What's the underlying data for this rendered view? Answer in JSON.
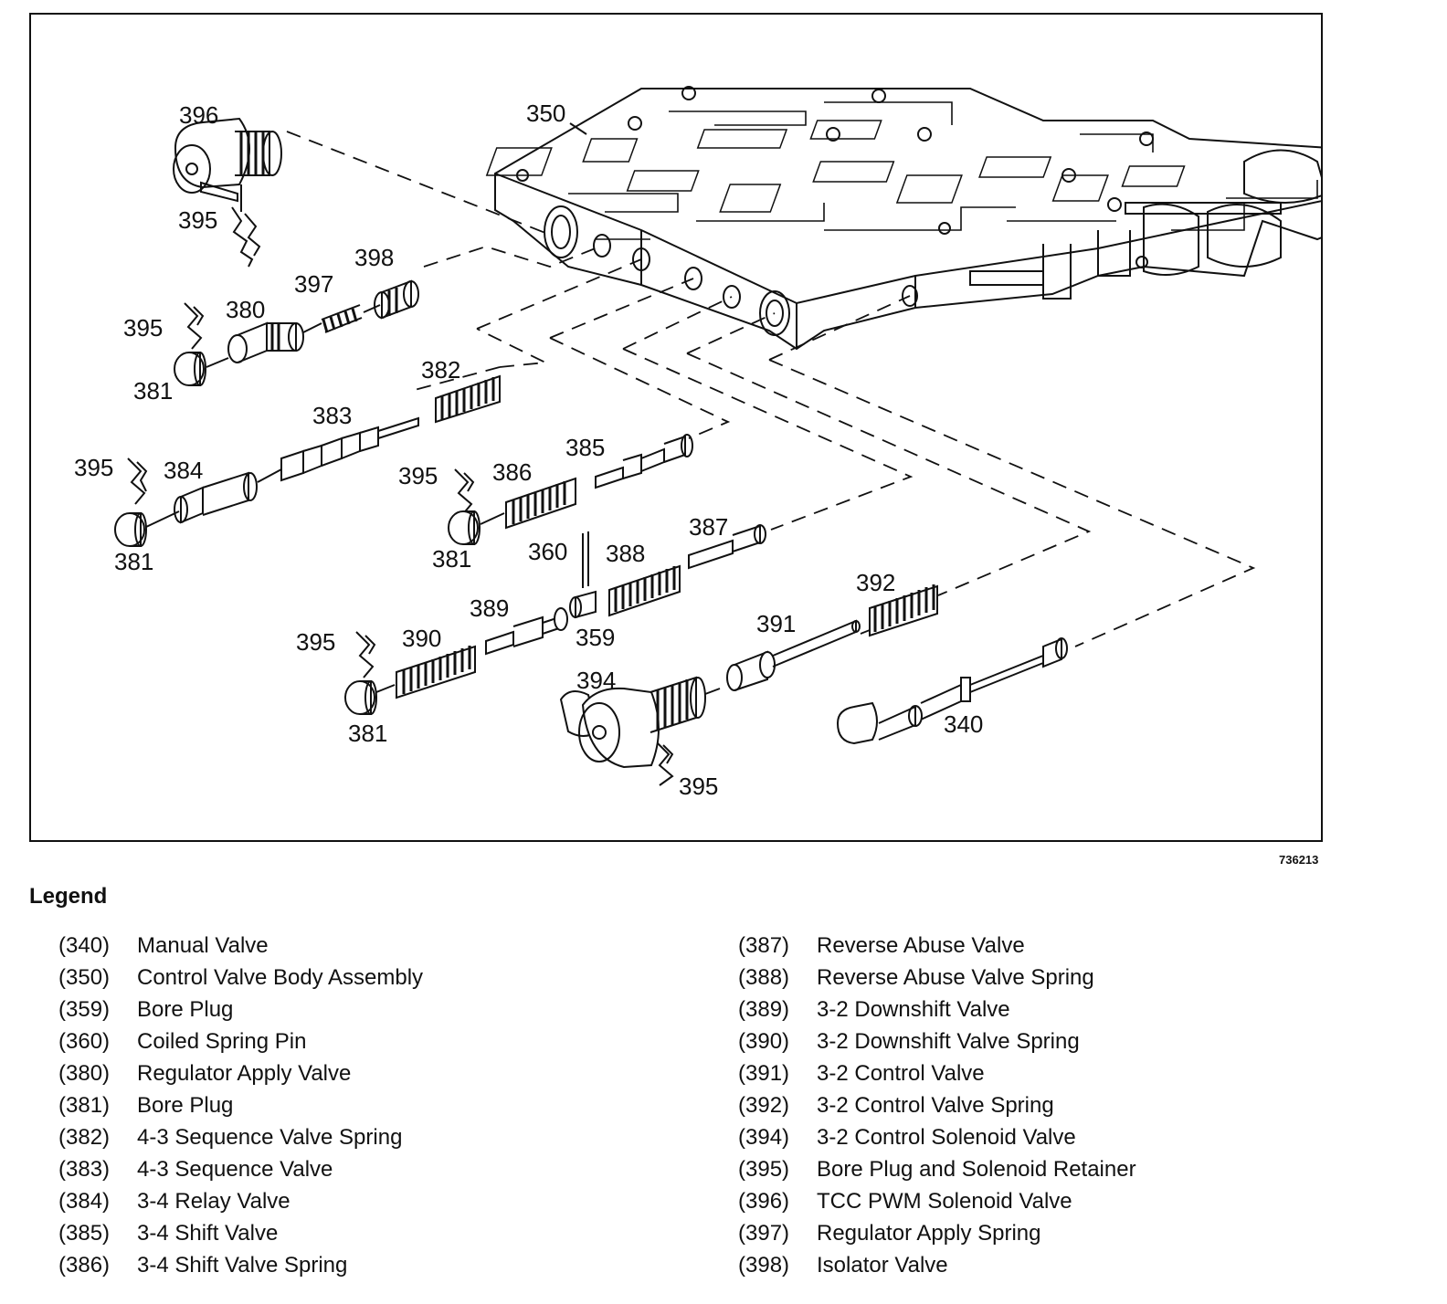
{
  "figure_id": "736213",
  "callouts": {
    "c396": "396",
    "c395a": "395",
    "c350": "350",
    "c398": "398",
    "c397": "397",
    "c380": "380",
    "c395b": "395",
    "c381a": "381",
    "c382": "382",
    "c383": "383",
    "c395c": "395",
    "c384": "384",
    "c381b": "381",
    "c385": "385",
    "c395d": "395",
    "c386": "386",
    "c381c": "381",
    "c360": "360",
    "c388": "388",
    "c387": "387",
    "c389": "389",
    "c359": "359",
    "c395e": "395",
    "c390": "390",
    "c381d": "381",
    "c392": "392",
    "c391": "391",
    "c394": "394",
    "c340": "340",
    "c395f": "395"
  },
  "legend": {
    "title": "Legend",
    "left": [
      {
        "code": "(340)",
        "desc": "Manual Valve"
      },
      {
        "code": "(350)",
        "desc": "Control Valve Body Assembly"
      },
      {
        "code": "(359)",
        "desc": "Bore Plug"
      },
      {
        "code": "(360)",
        "desc": "Coiled Spring Pin"
      },
      {
        "code": "(380)",
        "desc": "Regulator Apply Valve"
      },
      {
        "code": "(381)",
        "desc": "Bore Plug"
      },
      {
        "code": "(382)",
        "desc": "4-3 Sequence Valve Spring"
      },
      {
        "code": "(383)",
        "desc": "4-3 Sequence Valve"
      },
      {
        "code": "(384)",
        "desc": "3-4 Relay Valve"
      },
      {
        "code": "(385)",
        "desc": "3-4 Shift Valve"
      },
      {
        "code": "(386)",
        "desc": "3-4 Shift Valve Spring"
      }
    ],
    "right": [
      {
        "code": "(387)",
        "desc": "Reverse Abuse Valve"
      },
      {
        "code": "(388)",
        "desc": "Reverse Abuse Valve Spring"
      },
      {
        "code": "(389)",
        "desc": "3-2 Downshift Valve"
      },
      {
        "code": "(390)",
        "desc": "3-2 Downshift Valve Spring"
      },
      {
        "code": "(391)",
        "desc": "3-2 Control Valve"
      },
      {
        "code": "(392)",
        "desc": "3-2 Control Valve Spring"
      },
      {
        "code": "(394)",
        "desc": "3-2 Control Solenoid Valve"
      },
      {
        "code": "(395)",
        "desc": "Bore Plug and Solenoid Retainer"
      },
      {
        "code": "(396)",
        "desc": "TCC PWM Solenoid Valve"
      },
      {
        "code": "(397)",
        "desc": "Regulator Apply Spring"
      },
      {
        "code": "(398)",
        "desc": "Isolator Valve"
      }
    ]
  }
}
